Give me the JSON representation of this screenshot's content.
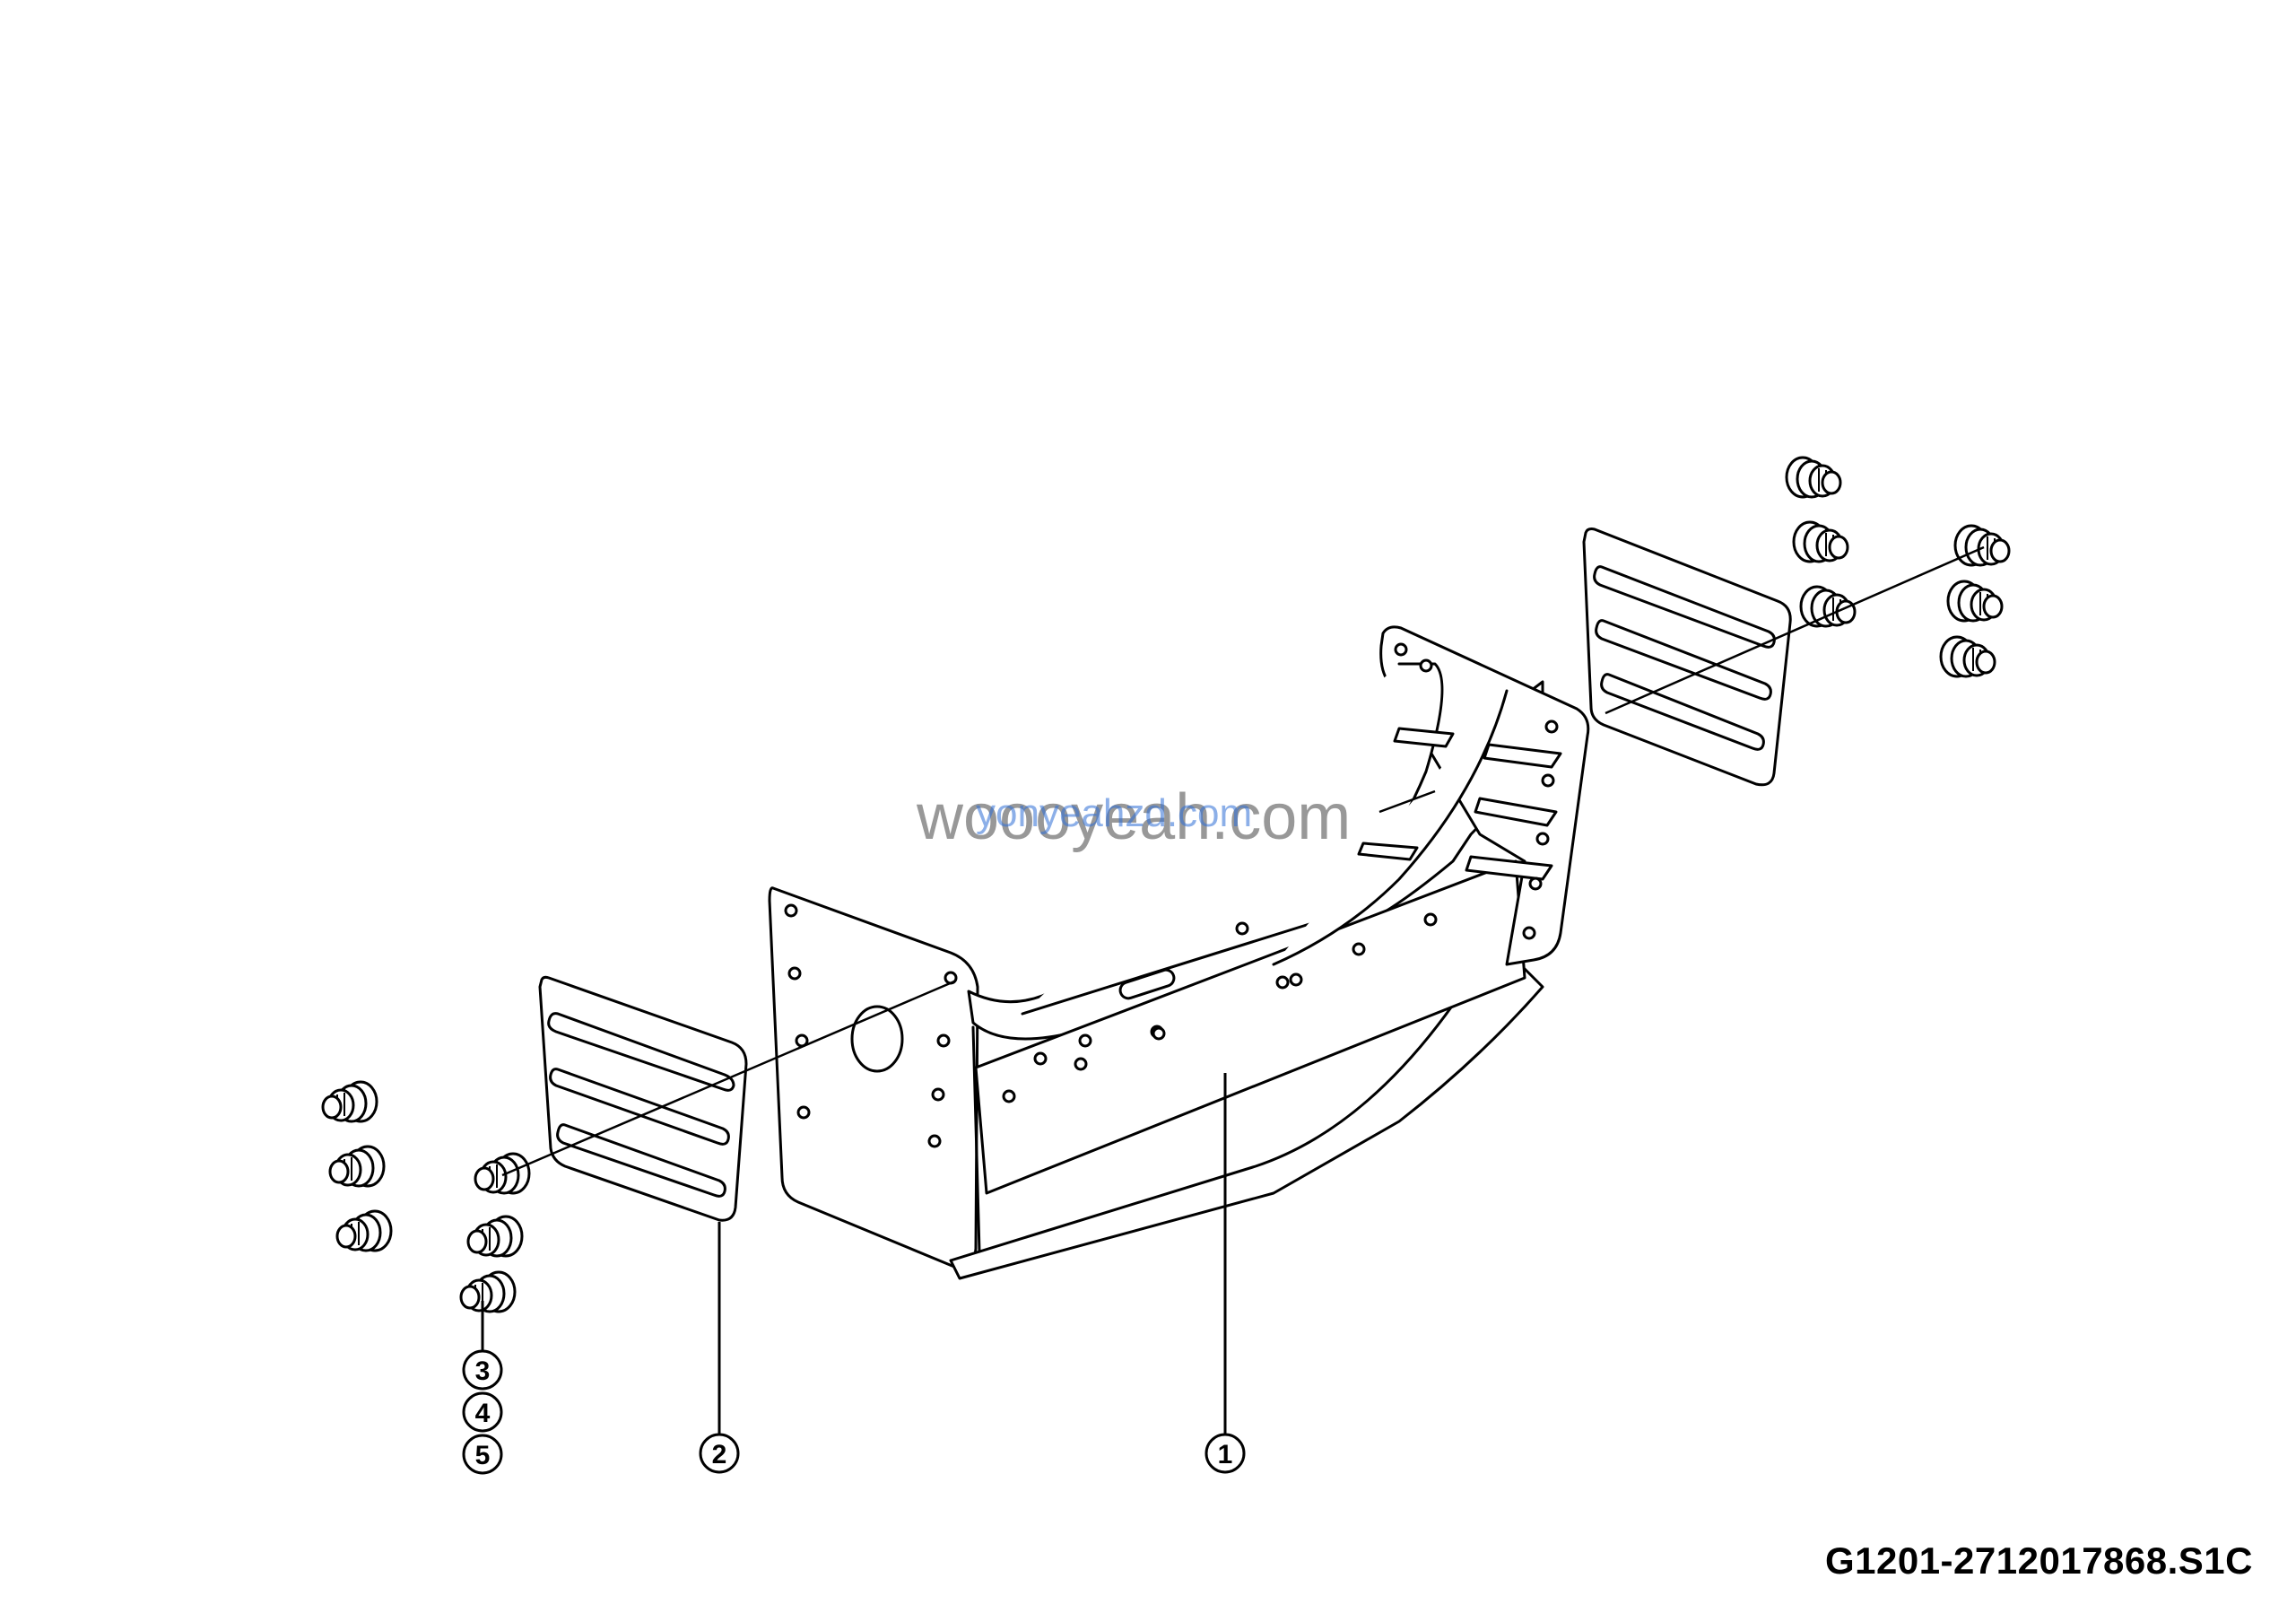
{
  "callouts": [
    {
      "label": "1"
    },
    {
      "label": "2"
    },
    {
      "label": "3"
    },
    {
      "label": "4"
    },
    {
      "label": "5"
    }
  ],
  "drawing_code": "G1201-2712017868.S1C",
  "watermarks": [
    "woooyeah.com",
    "yonyeahzd.com"
  ],
  "colors": {
    "line": "#000000",
    "background": "#ffffff"
  }
}
